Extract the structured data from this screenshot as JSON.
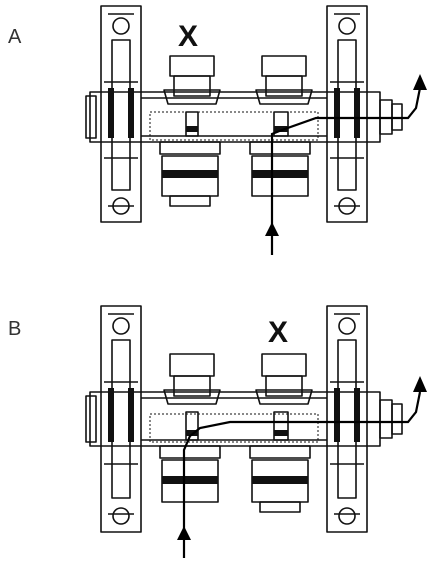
{
  "figures": [
    {
      "label": "A",
      "closed_marker": "X",
      "closed_valve": "left"
    },
    {
      "label": "B",
      "closed_marker": "X",
      "closed_valve": "right"
    }
  ]
}
